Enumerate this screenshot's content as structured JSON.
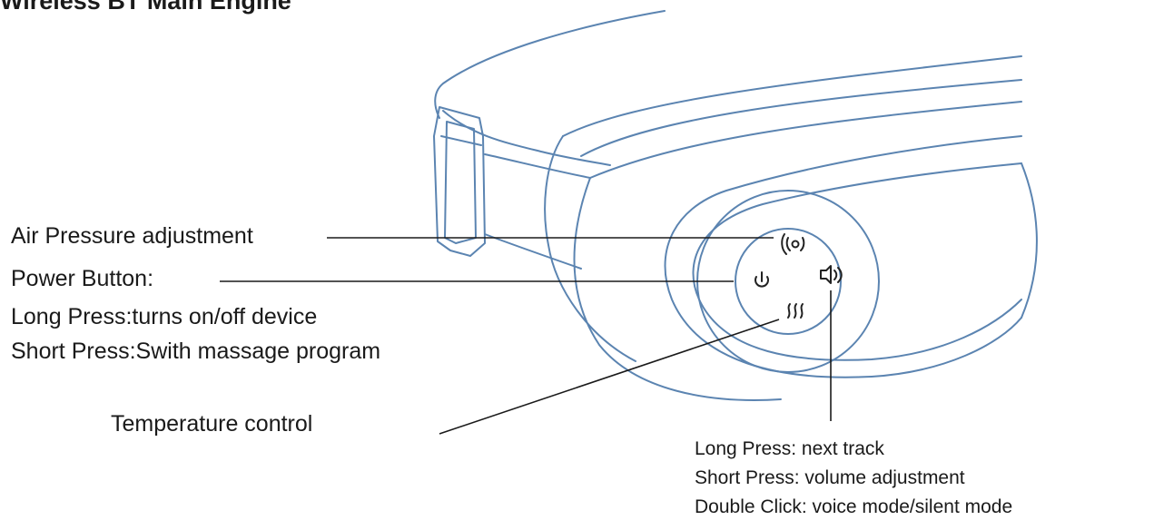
{
  "title": "Wireless BT Main Engine",
  "labels": {
    "air_pressure": "Air Pressure adjustment",
    "power_button": "Power Button:",
    "power_long": "Long Press:turns on/off device",
    "power_short": "Short Press:Swith massage program",
    "temperature": "Temperature control",
    "volume_long": "Long Press:  next track",
    "volume_short": "Short Press:  volume adjustment",
    "volume_double": "Double Click:  voice mode/silent mode"
  },
  "icons": {
    "air_pressure": "air-pressure-icon",
    "power": "power-icon",
    "volume": "speaker-icon",
    "temperature": "heat-waves-icon"
  },
  "colors": {
    "outline": "#5b84b1",
    "leader": "#1a1a1a",
    "text": "#1a1a1a"
  }
}
